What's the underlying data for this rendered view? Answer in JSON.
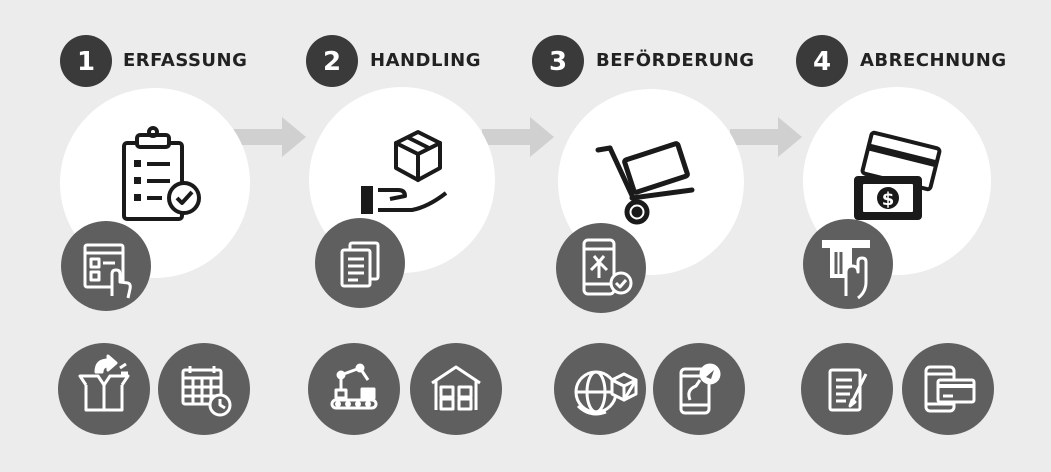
{
  "steps": [
    {
      "number": "1",
      "label": "ERFASSUNG"
    },
    {
      "number": "2",
      "label": "HANDLING"
    },
    {
      "number": "3",
      "label": "BEFÖRDERUNG"
    },
    {
      "number": "4",
      "label": "ABRECHNUNG"
    }
  ],
  "colors": {
    "background": "#ececec",
    "badge": "#3a3a3a",
    "circle_dark": "#5f5f5f",
    "circle_light": "#ffffff",
    "arrow": "#d0d0d0"
  },
  "icons": {
    "step1": [
      "clipboard-checklist-icon",
      "web-form-touch-icon",
      "open-box-arrow-icon",
      "calendar-clock-icon"
    ],
    "step2": [
      "hand-package-icon",
      "documents-icon",
      "robot-arm-conveyor-icon",
      "warehouse-icon"
    ],
    "step3": [
      "hand-truck-icon",
      "phone-route-icon",
      "globe-package-icon",
      "phone-navigation-icon"
    ],
    "step4": [
      "cash-cards-icon",
      "atm-card-icon",
      "document-pen-icon",
      "phone-card-icon"
    ]
  }
}
